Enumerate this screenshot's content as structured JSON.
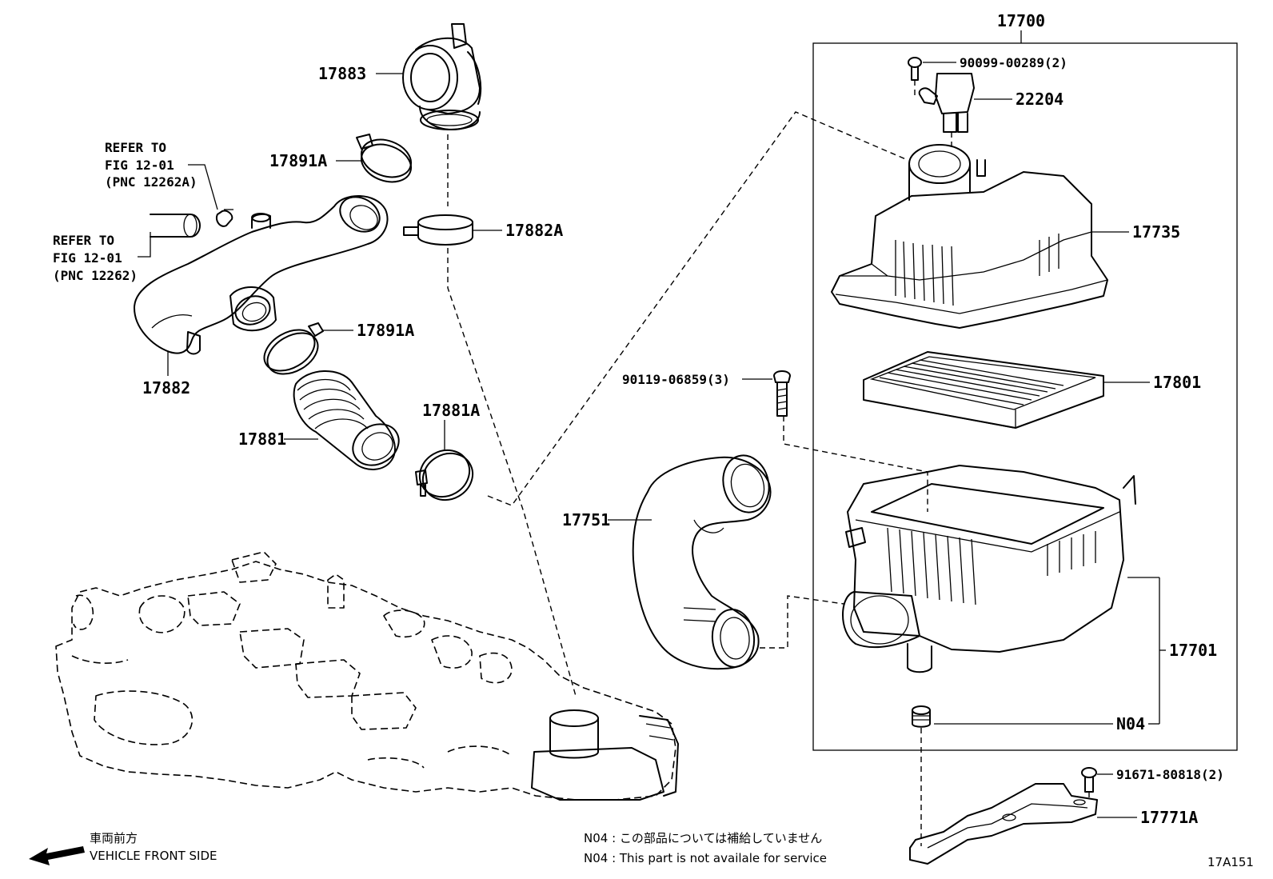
{
  "diagram_code": "17A151",
  "box_label": "17700",
  "parts": {
    "p17883": "17883",
    "p17891A_top": "17891A",
    "p17882A": "17882A",
    "p17882": "17882",
    "p17891A_mid": "17891A",
    "p17881": "17881",
    "p17881A": "17881A",
    "p17751": "17751",
    "p90119": "90119-06859(3)",
    "p90099": "90099-00289(2)",
    "p22204": "22204",
    "p17735": "17735",
    "p17801": "17801",
    "p17701": "17701",
    "pN04": "N04",
    "p91671": "91671-80818(2)",
    "p17771A": "17771A"
  },
  "refer_top": {
    "line1": "REFER TO",
    "line2": "FIG 12-01",
    "line3": "(PNC 12262A)"
  },
  "refer_bottom": {
    "line1": "REFER TO",
    "line2": "FIG 12-01",
    "line3": "(PNC 12262)"
  },
  "front": {
    "jp": "車両前方",
    "en": "VEHICLE FRONT SIDE"
  },
  "notes": {
    "jp": "N04 : この部品については補給していません",
    "en": "N04 :  This part is not availale for service"
  }
}
